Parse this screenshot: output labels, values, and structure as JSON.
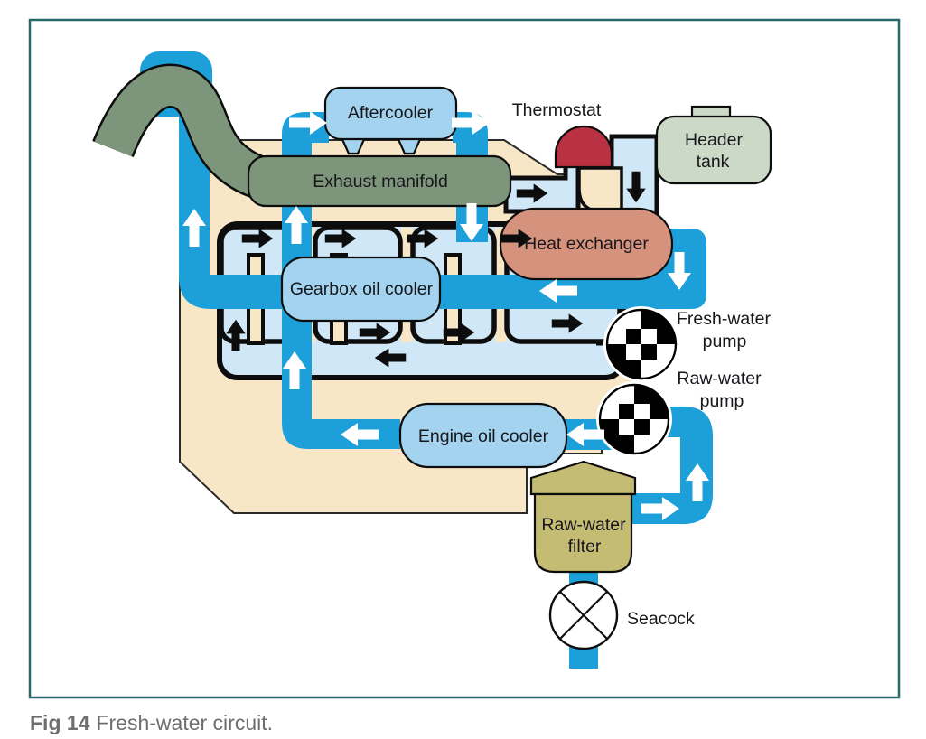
{
  "figure": {
    "fig_label": "Fig 14",
    "caption": "Fresh-water circuit."
  },
  "labels": {
    "aftercooler": "Aftercooler",
    "thermostat": "Thermostat",
    "header_tank": [
      "Header",
      "tank"
    ],
    "exhaust_manifold": "Exhaust manifold",
    "heat_exchanger": "Heat exchanger",
    "gearbox_oil_cooler": "Gearbox oil cooler",
    "fresh_water_pump": [
      "Fresh-water",
      "pump"
    ],
    "raw_water_pump": [
      "Raw-water",
      "pump"
    ],
    "engine_oil_cooler": "Engine oil cooler",
    "raw_water_filter": [
      "Raw-water",
      "filter"
    ],
    "seacock": "Seacock"
  },
  "colors": {
    "frame": "#27696b",
    "pipe": "#1d9fd9",
    "passage": "#cfe7f6",
    "cooler": "#a3d3ee",
    "engine": "#f7e7c6",
    "olive": "#7d967b",
    "red": "#b93142",
    "sage": "#ccd9c7",
    "salmon": "#d5937e",
    "khaki": "#c4bc72",
    "ink": "#0d0d0d",
    "label": "#17171c",
    "caption": "#6e6e6e"
  }
}
